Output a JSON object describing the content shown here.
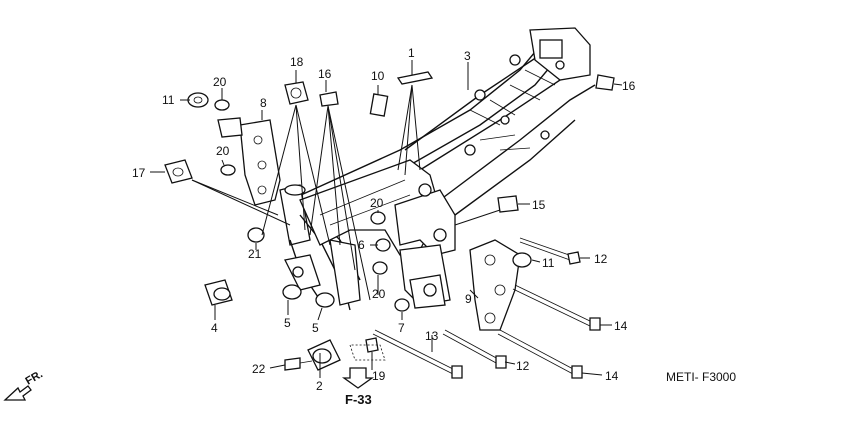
{
  "diagram": {
    "code": "METI- F3000",
    "reference": "F-33",
    "direction": "FR.",
    "callouts": [
      "1",
      "2",
      "3",
      "4",
      "5",
      "5",
      "6",
      "7",
      "8",
      "9",
      "10",
      "11",
      "11",
      "12",
      "12",
      "13",
      "14",
      "14",
      "15",
      "16",
      "16",
      "17",
      "18",
      "19",
      "20",
      "20",
      "20",
      "20",
      "21",
      "22"
    ]
  }
}
